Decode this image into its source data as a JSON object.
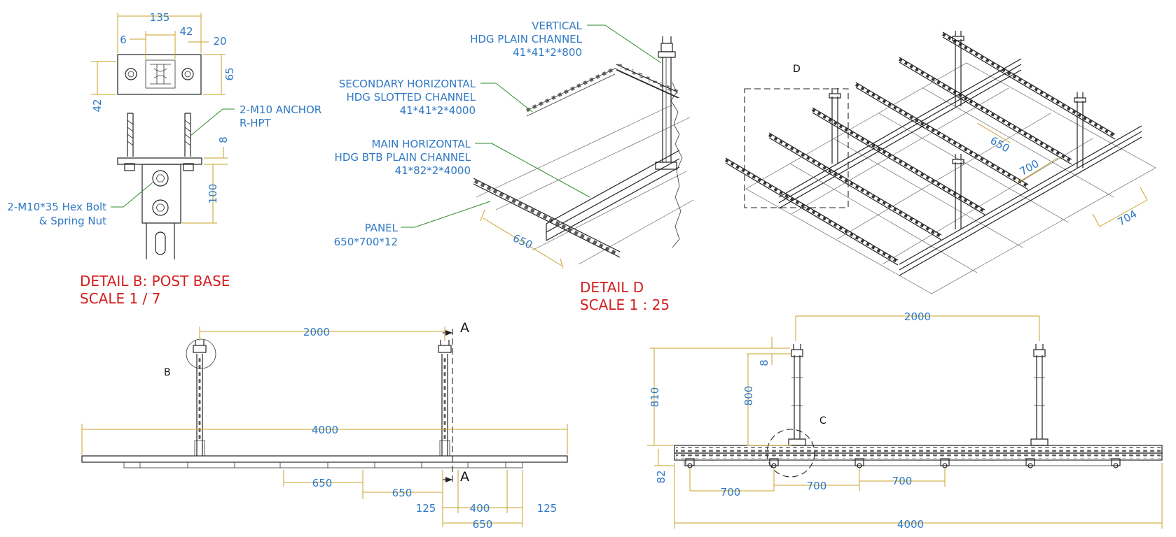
{
  "titles": {
    "detail_b": "DETAIL  B: POST BASE",
    "detail_b_scale": "SCALE 1 / 7",
    "detail_d": "DETAIL  D",
    "detail_d_scale": "SCALE 1 : 25"
  },
  "callouts": {
    "anchor_1": "2-M10 ANCHOR",
    "anchor_2": "R-HPT",
    "bolt_1": "2-M10*35 Hex Bolt",
    "bolt_2": "& Spring Nut",
    "vertical_1": "VERTICAL",
    "vertical_2": "HDG PLAIN CHANNEL",
    "vertical_3": "41*41*2*800",
    "secondary_1": "SECONDARY HORIZONTAL",
    "secondary_2": "HDG SLOTTED CHANNEL",
    "secondary_3": "41*41*2*4000",
    "main_1": "MAIN HORIZONTAL",
    "main_2": "HDG BTB PLAIN CHANNEL",
    "main_3": "41*82*2*4000",
    "panel_1": "PANEL",
    "panel_2": "650*700*12"
  },
  "labels": {
    "b": "B",
    "d": "D",
    "c": "C",
    "a_top": "A",
    "a_bottom": "A"
  },
  "dims_detail_b": {
    "w135": "135",
    "w6": "6",
    "w42": "42",
    "w20": "20",
    "h65": "65",
    "h42": "42",
    "h8": "8",
    "h100": "100"
  },
  "dims_detail_d": {
    "d650": "650"
  },
  "dims_iso": {
    "d650": "650",
    "d700": "700",
    "d704": "704"
  },
  "dims_front": {
    "d2000": "2000",
    "d4000": "4000",
    "d650a": "650",
    "d650b": "650",
    "d125a": "125",
    "d400": "400",
    "d125b": "125",
    "d650c": "650"
  },
  "dims_side": {
    "d2000": "2000",
    "d8": "8",
    "d810": "810",
    "d800": "800",
    "d82": "82",
    "d700a": "700",
    "d700b": "700",
    "d700c": "700",
    "d4000": "4000"
  }
}
